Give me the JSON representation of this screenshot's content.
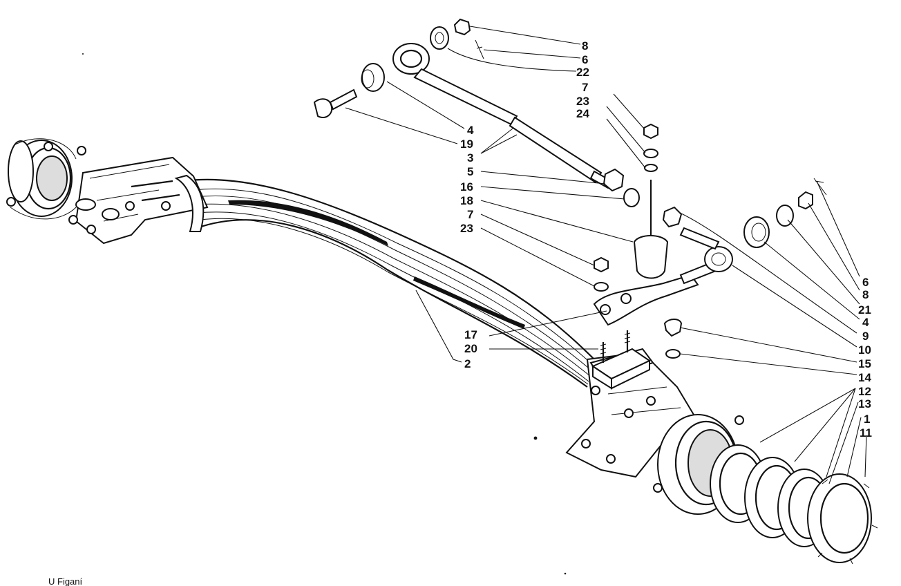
{
  "footer_text": "U Figaní",
  "callouts": [
    {
      "id": "c-8a",
      "text": "8"
    },
    {
      "id": "c-6a",
      "text": "6"
    },
    {
      "id": "c-22",
      "text": "22"
    },
    {
      "id": "c-7a",
      "text": "7"
    },
    {
      "id": "c-23a",
      "text": "23"
    },
    {
      "id": "c-24",
      "text": "24"
    },
    {
      "id": "c-4a",
      "text": "4"
    },
    {
      "id": "c-19",
      "text": "19"
    },
    {
      "id": "c-3",
      "text": "3"
    },
    {
      "id": "c-5",
      "text": "5"
    },
    {
      "id": "c-16",
      "text": "16"
    },
    {
      "id": "c-18",
      "text": "18"
    },
    {
      "id": "c-7b",
      "text": "7"
    },
    {
      "id": "c-23b",
      "text": "23"
    },
    {
      "id": "c-17",
      "text": "17"
    },
    {
      "id": "c-20",
      "text": "20"
    },
    {
      "id": "c-2",
      "text": "2"
    },
    {
      "id": "c-6b",
      "text": "6"
    },
    {
      "id": "c-8b",
      "text": "8"
    },
    {
      "id": "c-21",
      "text": "21"
    },
    {
      "id": "c-4b",
      "text": "4"
    },
    {
      "id": "c-9",
      "text": "9"
    },
    {
      "id": "c-10",
      "text": "10"
    },
    {
      "id": "c-15",
      "text": "15"
    },
    {
      "id": "c-14",
      "text": "14"
    },
    {
      "id": "c-12",
      "text": "12"
    },
    {
      "id": "c-13",
      "text": "13"
    },
    {
      "id": "c-1",
      "text": "1"
    },
    {
      "id": "c-11",
      "text": "11"
    }
  ]
}
